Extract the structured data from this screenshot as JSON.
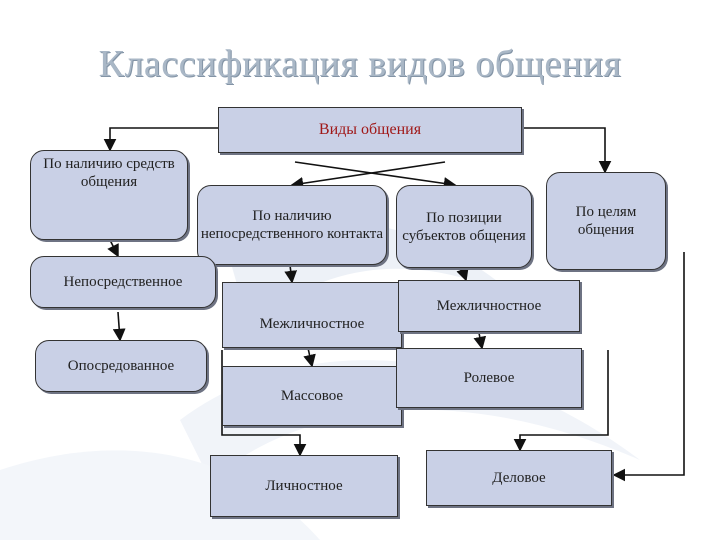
{
  "title": "Классификация видов общения",
  "root": "Виды общения",
  "criteria": {
    "means": "По наличию средств общения",
    "contact": "По наличию непосредственного контакта",
    "position": "По позиции субъектов общения",
    "goals": "По целям общения"
  },
  "kinds": {
    "direct": "Непосредственное",
    "mediated": "Опосредованное",
    "interpersonal_1": "Межличностное",
    "mass": "Массовое",
    "personal": "Личностное",
    "interpersonal_2": "Межличностное",
    "role": "Ролевое",
    "business": "Деловое"
  },
  "colors": {
    "box_fill": "#c9d0e6",
    "title": "#a9b7c6",
    "root_text": "#a01818"
  }
}
